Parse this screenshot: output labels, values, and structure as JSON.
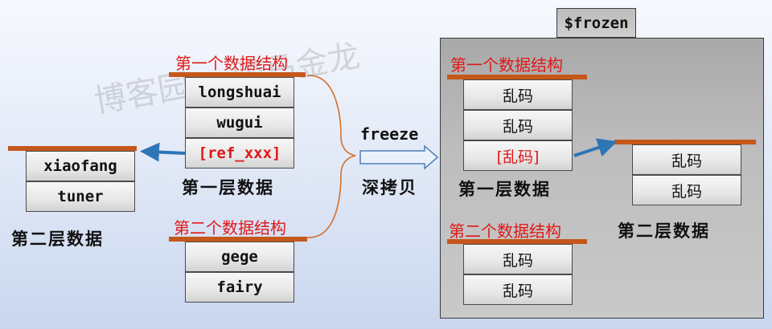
{
  "watermark": "博客园-一骏马金龙",
  "frozen_label": "$frozen",
  "freeze_label": "freeze",
  "deep_copy_label": "深拷贝",
  "left": {
    "struct1": {
      "title": "第一个数据结构",
      "cells": [
        "longshuai",
        "wugui",
        "[ref_xxx]"
      ],
      "layer_label": "第一层数据"
    },
    "struct2": {
      "title": "第二个数据结构",
      "cells": [
        "gege",
        "fairy"
      ]
    },
    "layer2": {
      "cells": [
        "xiaofang",
        "tuner"
      ],
      "layer_label": "第二层数据"
    }
  },
  "right": {
    "struct1": {
      "title": "第一个数据结构",
      "cells": [
        "乱码",
        "乱码",
        "[乱码]"
      ],
      "layer_label": "第一层数据"
    },
    "struct2": {
      "title": "第二个数据结构",
      "cells": [
        "乱码",
        "乱码"
      ]
    },
    "layer2": {
      "cells": [
        "乱码",
        "乱码"
      ],
      "layer_label": "第二层数据"
    }
  },
  "colors": {
    "bar": "#c5571b",
    "title_red": "#e01818",
    "arrow_blue": "#2e75b6"
  }
}
